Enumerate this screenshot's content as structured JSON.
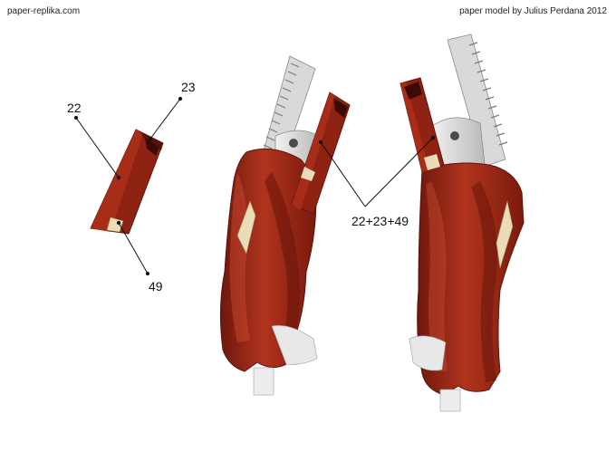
{
  "header": {
    "site": "paper-replika.com",
    "credit": "paper model by Julius Perdana 2012"
  },
  "callouts": {
    "part_22": "22",
    "part_23": "23",
    "part_49": "49",
    "assembly": "22+23+49"
  },
  "colors": {
    "red": "#9a2412",
    "red_dark": "#5c120a",
    "red_light": "#c2452c",
    "cream": "#eadcb6",
    "grey": "#cfcfcf",
    "grey_dark": "#8a8a8a"
  }
}
